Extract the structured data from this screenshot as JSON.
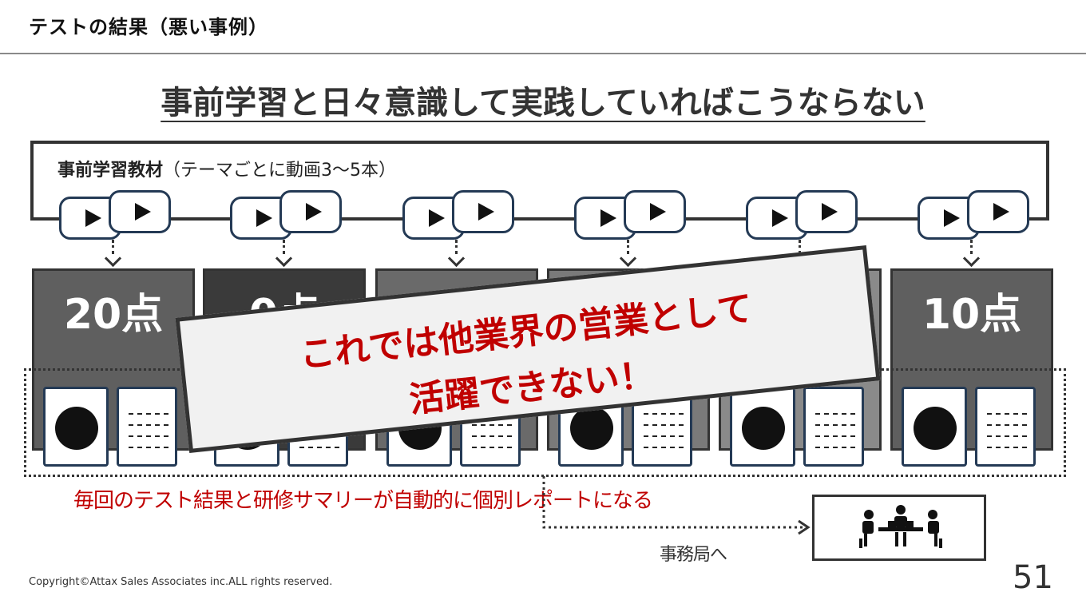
{
  "header": {
    "title": "テストの結果（悪い事例）"
  },
  "main": {
    "title": "事前学習と日々意識して実践していればこうならない"
  },
  "materials": {
    "label_bold": "事前学習教材",
    "label_rest": "（テーマごとに動画3〜5本）"
  },
  "scores": [
    {
      "label": "20点"
    },
    {
      "label": "0点"
    },
    {
      "label": ""
    },
    {
      "label": ""
    },
    {
      "label": ""
    },
    {
      "label": "10点"
    }
  ],
  "banner": {
    "line1": "これでは他業界の営業として",
    "line2": "活躍できない！"
  },
  "caption": "毎回のテスト結果と研修サマリーが自動的に個別レポートになる",
  "office": {
    "label": "事務局へ"
  },
  "footer": {
    "copyright": "Copyright©Attax Sales Associates inc.ALL rights reserved.",
    "page_number": "51"
  },
  "colors": {
    "accent_red": "#c00000",
    "video_border": "#243a55",
    "block_gray": "#5f5f5f"
  }
}
